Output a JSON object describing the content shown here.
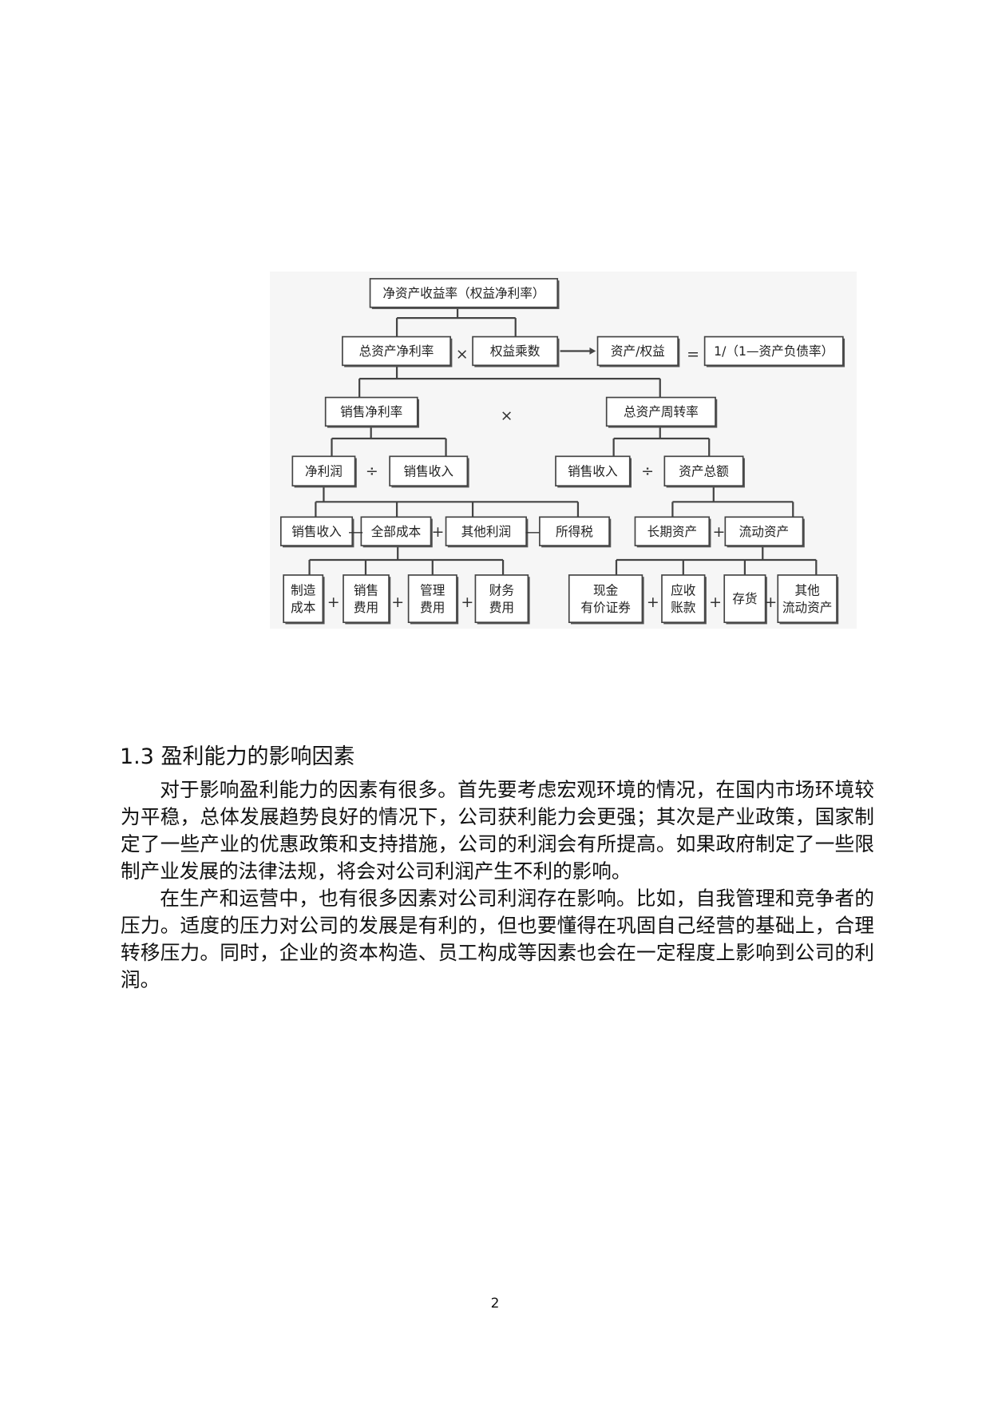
{
  "diagram": {
    "nodes": [
      [
        "净资产收益率（权益净利率）"
      ],
      [
        "总资产净利率"
      ],
      [
        "权益乘数"
      ],
      [
        "资产/权益"
      ],
      [
        "1/（1—资产负债率）"
      ],
      [
        "销售净利率"
      ],
      [
        "总资产周转率"
      ],
      [
        "净利润"
      ],
      [
        "销售收入"
      ],
      [
        "销售收入"
      ],
      [
        "资产总额"
      ],
      [
        "销售收入"
      ],
      [
        "全部成本"
      ],
      [
        "其他利润"
      ],
      [
        "所得税"
      ],
      [
        "长期资产"
      ],
      [
        "流动资产"
      ],
      [
        "制造",
        "成本"
      ],
      [
        "销售",
        "费用"
      ],
      [
        "管理",
        "费用"
      ],
      [
        "财务",
        "费用"
      ],
      [
        "现金",
        "有价证券"
      ],
      [
        "应收",
        "账款"
      ],
      [
        "存货"
      ],
      [
        "其他",
        "流动资产"
      ]
    ],
    "operators": [
      "×",
      "=",
      "×",
      "÷",
      "÷",
      "—",
      "+",
      "—",
      "+",
      "+",
      "+",
      "+",
      "+",
      "+",
      "+"
    ]
  },
  "section": {
    "heading": "1.3 盈利能力的影响因素",
    "paragraphs": [
      "对于影响盈利能力的因素有很多。首先要考虑宏观环境的情况，在国内市场环境较为平稳，总体发展趋势良好的情况下，公司获利能力会更强；其次是产业政策，国家制定了一些产业的优惠政策和支持措施，公司的利润会有所提高。如果政府制定了一些限制产业发展的法律法规，将会对公司利润产生不利的影响。",
      "在生产和运营中，也有很多因素对公司利润存在影响。比如，自我管理和竞争者的压力。适度的压力对公司的发展是有利的，但也要懂得在巩固自己经营的基础上，合理转移压力。同时，企业的资本构造、员工构成等因素也会在一定程度上影响到公司的利润。"
    ]
  },
  "page_number": "2"
}
